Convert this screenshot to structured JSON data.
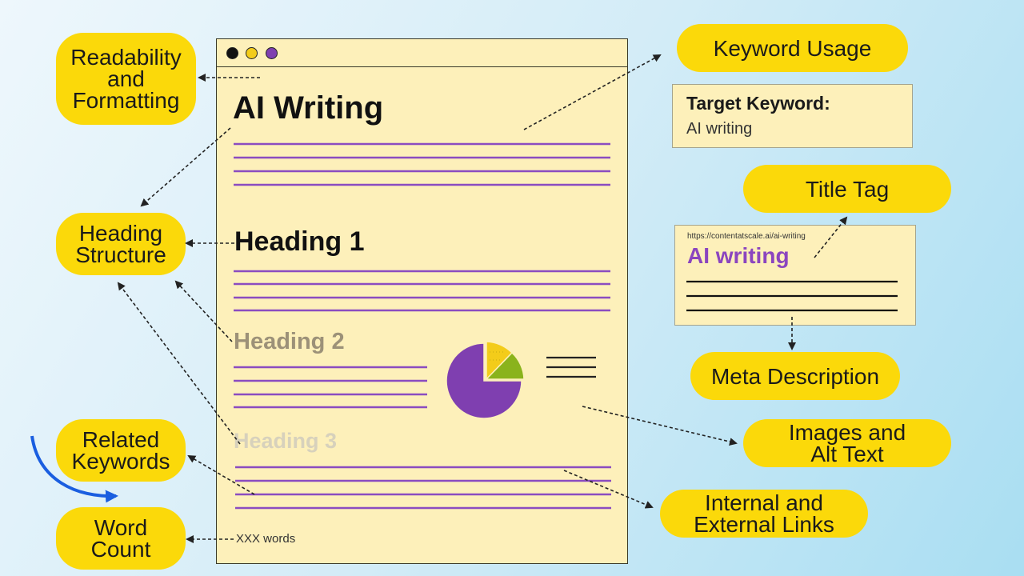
{
  "colors": {
    "accent_yellow": "#fbd90a",
    "page_bg": "#fdf0ba",
    "rule_purple": "#8b4cc0",
    "pie_purple": "#7f3fb0",
    "pie_yellow": "#f3cc1a",
    "pie_green": "#8ab31c"
  },
  "labels": {
    "readability": "Readability\nand\nFormatting",
    "heading_structure": "Heading\nStructure",
    "related_keywords": "Related\nKeywords",
    "word_count": "Word\nCount",
    "keyword_usage": "Keyword Usage",
    "title_tag": "Title Tag",
    "meta_description": "Meta Description",
    "images_alt": "Images and\nAlt Text",
    "links": "Internal and\nExternal Links"
  },
  "page": {
    "title": "AI Writing",
    "heading1": "Heading 1",
    "heading2": "Heading 2",
    "heading3": "Heading 3",
    "word_count": "XXX words"
  },
  "keyword_card": {
    "label": "Target Keyword:",
    "value": "AI writing"
  },
  "serp_card": {
    "url": "https://contentatscale.ai/ai-writing",
    "title": "AI writing"
  },
  "icons": [
    "window-dots-icon",
    "pie-chart-icon",
    "curved-arrow-icon"
  ]
}
